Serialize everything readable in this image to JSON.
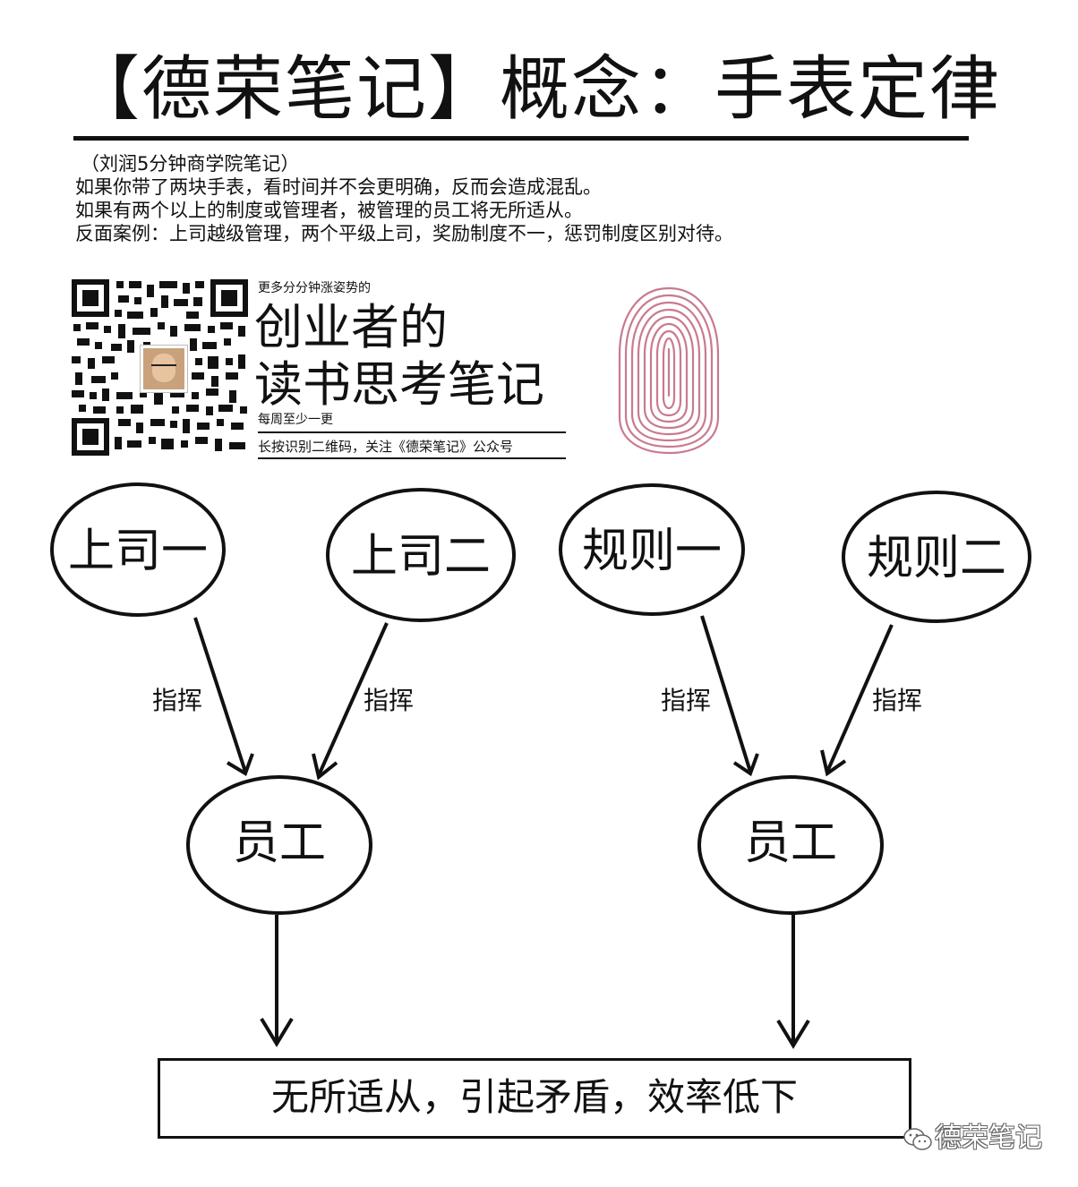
{
  "header": {
    "title": "【德荣笔记】概念：手表定律"
  },
  "notes": {
    "source": "（刘润5分钟商学院笔记）",
    "lines": [
      "如果你带了两块手表，看时间并不会更明确，反而会造成混乱。",
      "如果有两个以上的制度或管理者，被管理的员工将无所适从。",
      "反面案例：上司越级管理，两个平级上司，奖励制度不一，惩罚制度区别对待。"
    ]
  },
  "promo": {
    "tagline": "更多分分钟涨姿势的",
    "headline_1": "创业者的",
    "headline_2": "读书思考笔记",
    "frequency": "每周至少一更",
    "instruction": "长按识别二维码，关注《德荣笔记》公众号"
  },
  "diagram": {
    "left": {
      "source_1": "上司一",
      "source_2": "上司二",
      "edge_1": "指挥",
      "edge_2": "指挥",
      "target": "员工"
    },
    "right": {
      "source_1": "规则一",
      "source_2": "规则二",
      "edge_1": "指挥",
      "edge_2": "指挥",
      "target": "员工"
    },
    "outcome": "无所适从，引起矛盾，效率低下"
  },
  "watermark": {
    "text": "德荣笔记"
  },
  "colors": {
    "ink": "#111111",
    "fingerprint": "#c97a8f"
  }
}
